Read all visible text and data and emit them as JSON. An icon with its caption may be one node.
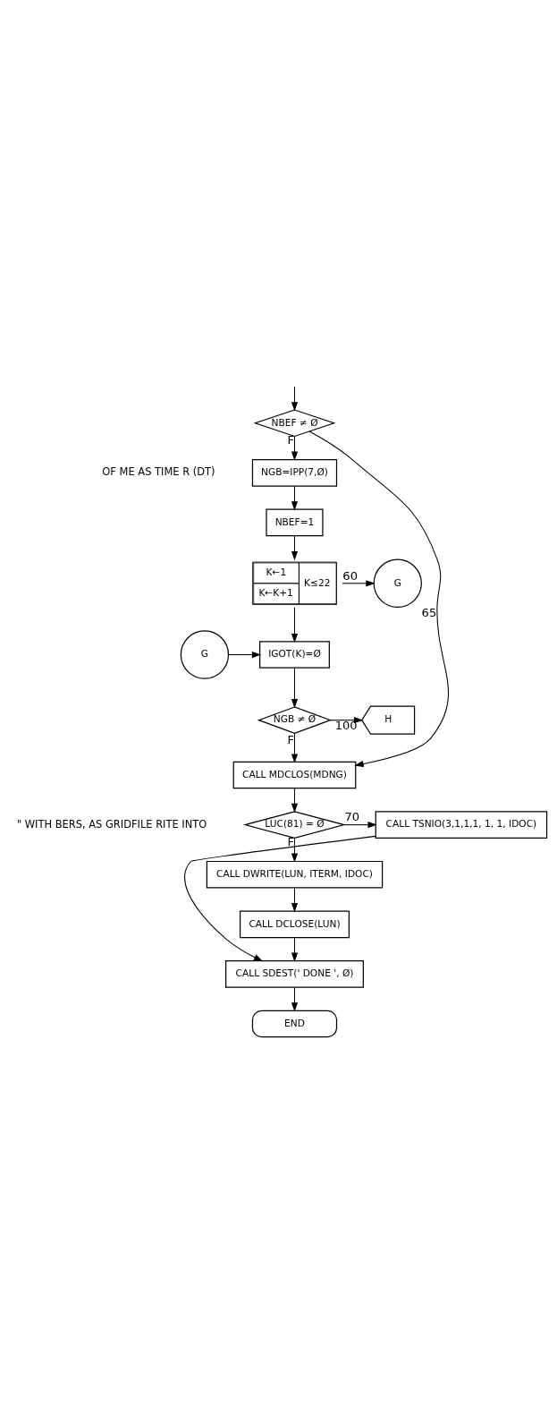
{
  "diagram": {
    "nodes": [
      {
        "text": [
          "NBEF ≠ Ø"
        ]
      },
      {
        "text": [
          "NGB=IPP(7,Ø)"
        ]
      },
      {
        "text": [
          "NBEF=1"
        ]
      },
      {
        "text": [
          "K←1",
          "K←K+1",
          "K≤22"
        ]
      },
      {
        "text": [
          "G"
        ]
      },
      {
        "text": [
          "G"
        ]
      },
      {
        "text": [
          "IGOT(K)=Ø"
        ]
      },
      {
        "text": [
          "NGB ≠ Ø"
        ]
      },
      {
        "text": [
          "H"
        ]
      },
      {
        "text": [
          "CALL MDCLOS(MDNG)"
        ]
      },
      {
        "text": [
          "LUC(81) = Ø"
        ]
      },
      {
        "text": [
          "CALL TSNIO(3,1,1,1, 1, 1, IDOC)"
        ]
      },
      {
        "text": [
          "CALL DWRITE(LUN, ITERM, IDOC)"
        ]
      },
      {
        "text": [
          "CALL DCLOSE(LUN)"
        ]
      },
      {
        "text": [
          "CALL SDEST(' DONE ', Ø)"
        ]
      },
      {
        "text": [
          "END"
        ]
      }
    ],
    "edges": [
      {
        "from": null,
        "to": 0,
        "arrow": "to"
      },
      {
        "from": 0,
        "to": 9,
        "arrow": "to",
        "label": "65"
      },
      {
        "from": 0,
        "to": 1,
        "arrow": "to",
        "label": "F"
      },
      {
        "from": 1,
        "to": 2,
        "arrow": "to"
      },
      {
        "from": 2,
        "to": 3,
        "arrow": "to"
      },
      {
        "from": 3,
        "to": 4,
        "arrow": "to",
        "label": "60"
      },
      {
        "from": 3,
        "to": 6,
        "arrow": "to"
      },
      {
        "from": 5,
        "to": 6,
        "arrow": "to"
      },
      {
        "from": 6,
        "to": 7,
        "arrow": "to"
      },
      {
        "from": 7,
        "to": 8,
        "arrow": "to",
        "label": "100"
      },
      {
        "from": 7,
        "to": 9,
        "arrow": "to",
        "label": "F"
      },
      {
        "from": 9,
        "to": 10,
        "arrow": "to"
      },
      {
        "from": 10,
        "to": 11,
        "arrow": "to",
        "label": "70"
      },
      {
        "from": 10,
        "to": 12,
        "arrow": "to",
        "label": "F"
      },
      {
        "from": 12,
        "to": 13,
        "arrow": "to"
      },
      {
        "from": 13,
        "to": 14,
        "arrow": "to"
      },
      {
        "from": 11,
        "to": 14,
        "arrow": "to"
      },
      {
        "from": 14,
        "to": 15,
        "arrow": "to"
      }
    ],
    "labels": [
      "OF ME AS TIME R (DT)",
      "\" WITH BERS, AS GRIDFILE RITE INTO"
    ]
  }
}
